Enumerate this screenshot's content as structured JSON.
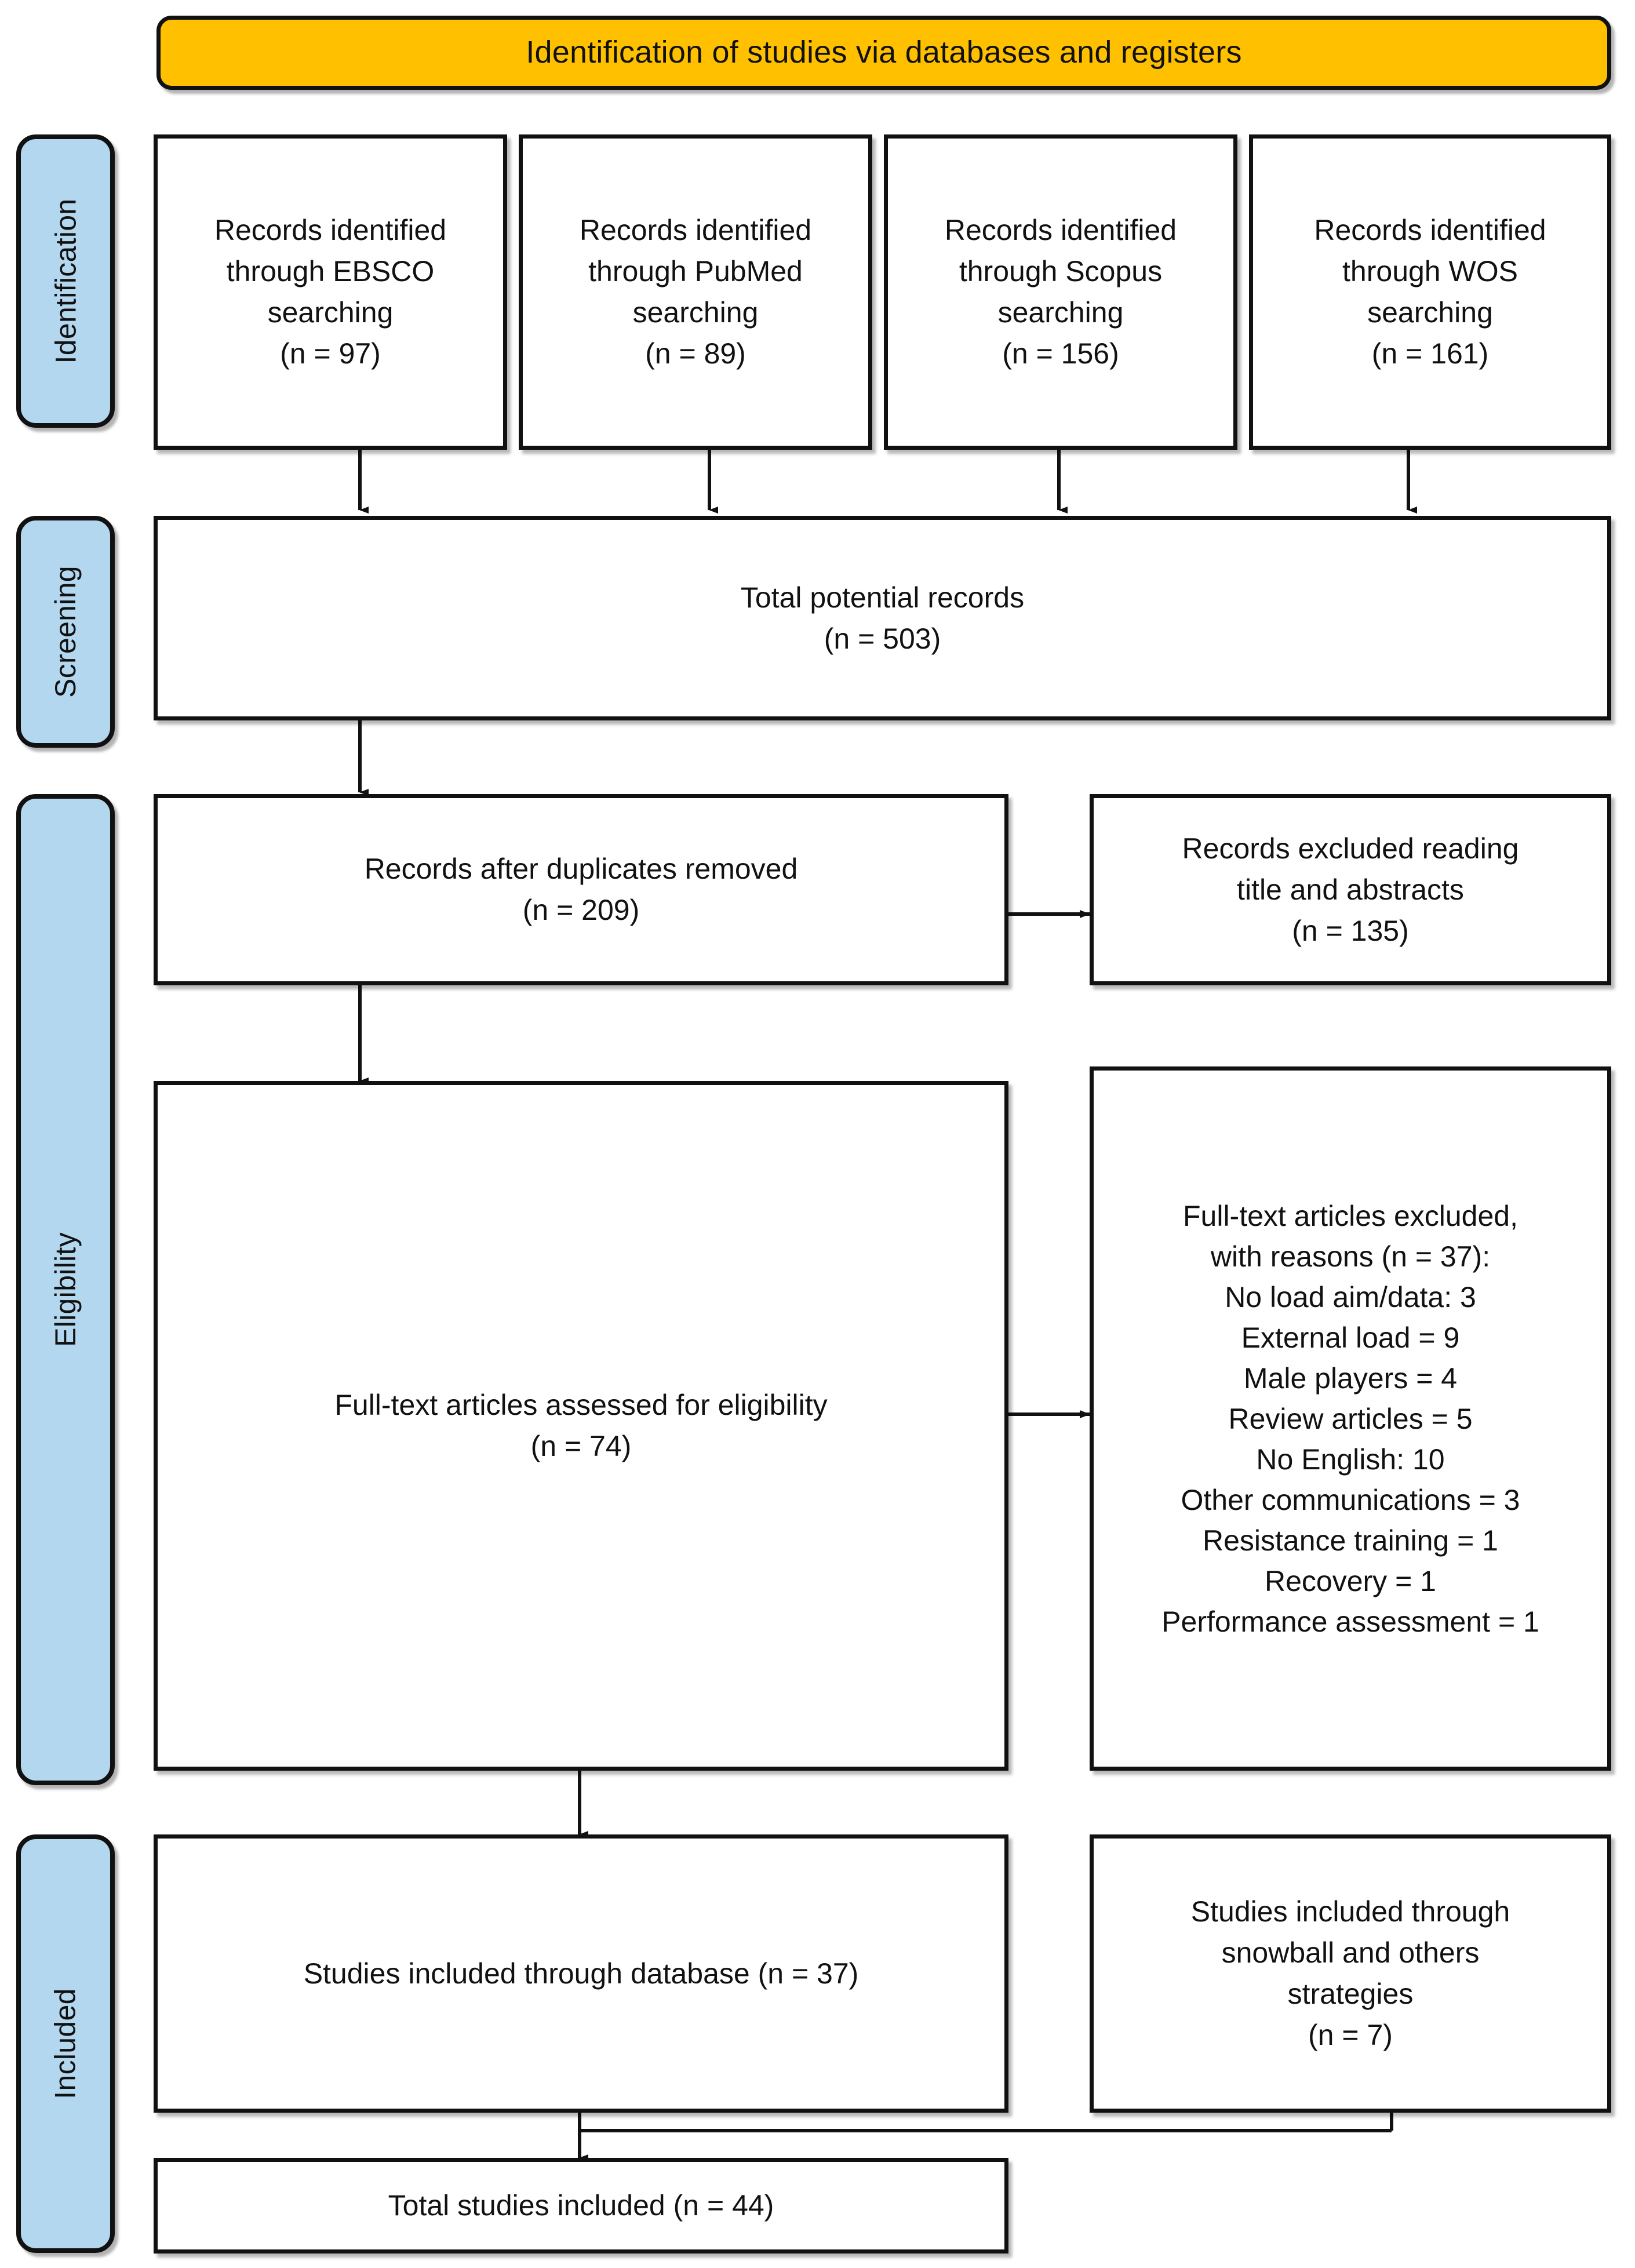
{
  "colors": {
    "banner_fill": "#FFC000",
    "phase_tab_fill": "#B4D7F0",
    "stroke": "#111111",
    "box_fill": "#FFFFFF",
    "page_background": "#FFFFFF"
  },
  "banner": {
    "title": "Identification of studies via databases and registers"
  },
  "phases": [
    {
      "id": "identification",
      "label": "Identification"
    },
    {
      "id": "screening",
      "label": "Screening"
    },
    {
      "id": "eligibility",
      "label": "Eligibility"
    },
    {
      "id": "included",
      "label": "Included"
    }
  ],
  "sources": [
    {
      "id": "ebsco",
      "database": "EBSCO",
      "text": "Records identified\nthrough EBSCO\nsearching\n(n = 97)",
      "n": 97
    },
    {
      "id": "pubmed",
      "database": "PubMed",
      "text": "Records identified\nthrough PubMed\nsearching\n(n = 89)",
      "n": 89
    },
    {
      "id": "scopus",
      "database": "Scopus",
      "text": "Records identified\nthrough Scopus\nsearching\n(n = 156)",
      "n": 156
    },
    {
      "id": "wos",
      "database": "WOS",
      "text": "Records identified\nthrough WOS\nsearching\n(n = 161)",
      "n": 161
    }
  ],
  "screening": {
    "total_records": {
      "text": "Total potential records\n(n = 503)",
      "n": 503
    },
    "after_duplicates": {
      "text": "Records after duplicates removed\n(n = 209)",
      "n": 209
    },
    "excluded_title_abstract": {
      "text": "Records excluded reading\ntitle and abstracts\n(n = 135)",
      "n": 135
    }
  },
  "eligibility": {
    "assessed": {
      "text": "Full-text articles assessed for eligibility\n(n = 74)",
      "n": 74
    },
    "excluded": {
      "heading": "Full-text articles excluded,\nwith reasons (n = 37):",
      "total": 37,
      "reasons_text": "No load aim/data: 3\nExternal load = 9\nMale players = 4\nReview articles = 5\nNo English: 10\nOther communications = 3\nResistance training = 1\nRecovery = 1\nPerformance assessment = 1",
      "reasons": [
        {
          "label": "No load aim/data",
          "separator": ":",
          "count": 3
        },
        {
          "label": "External load",
          "separator": "=",
          "count": 9
        },
        {
          "label": "Male players",
          "separator": "=",
          "count": 4
        },
        {
          "label": "Review articles",
          "separator": "=",
          "count": 5
        },
        {
          "label": "No English",
          "separator": ":",
          "count": 10
        },
        {
          "label": "Other communications",
          "separator": "=",
          "count": 3
        },
        {
          "label": "Resistance training",
          "separator": "=",
          "count": 1
        },
        {
          "label": "Recovery",
          "separator": "=",
          "count": 1
        },
        {
          "label": "Performance assessment",
          "separator": "=",
          "count": 1
        }
      ],
      "full_text": "Full-text articles excluded,\nwith reasons (n = 37):\nNo load aim/data: 3\nExternal load = 9\nMale players = 4\nReview articles = 5\nNo English: 10\nOther communications = 3\nResistance training = 1\nRecovery = 1\nPerformance assessment = 1"
    }
  },
  "included": {
    "database_studies": {
      "text": "Studies included through database (n = 37)",
      "n": 37
    },
    "snowball_studies": {
      "text": "Studies included through\nsnowball and others\nstrategies\n(n = 7)",
      "n": 7
    },
    "total_studies": {
      "text": "Total studies included (n = 44)",
      "n": 44
    }
  }
}
